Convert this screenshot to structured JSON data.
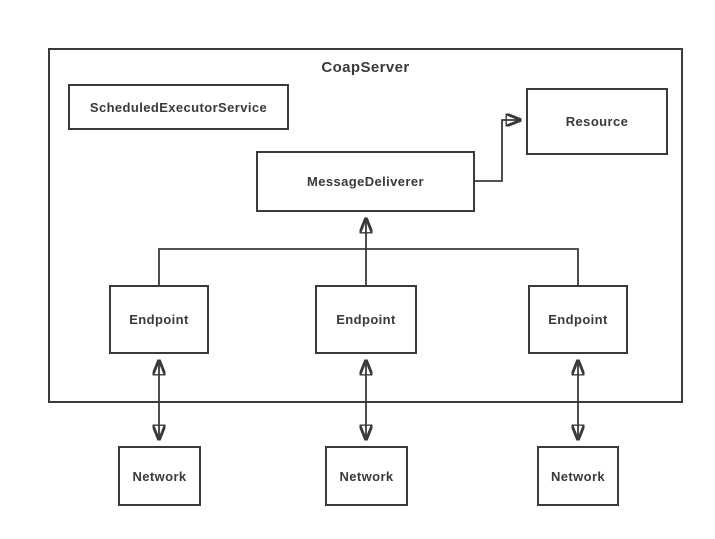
{
  "diagram": {
    "title": "CoapServer",
    "colors": {
      "line": "#3a3a3a",
      "background": "#ffffff"
    },
    "nodes": {
      "scheduled_executor_service": {
        "label": "ScheduledExecutorService"
      },
      "resource": {
        "label": "Resource"
      },
      "message_deliverer": {
        "label": "MessageDeliverer"
      },
      "endpoints": [
        {
          "label": "Endpoint"
        },
        {
          "label": "Endpoint"
        },
        {
          "label": "Endpoint"
        }
      ],
      "networks": [
        {
          "label": "Network"
        },
        {
          "label": "Network"
        },
        {
          "label": "Network"
        }
      ]
    },
    "edges": [
      {
        "from": "MessageDeliverer",
        "to": "Resource",
        "type": "arrow"
      },
      {
        "from": "Endpoint-1",
        "to": "MessageDeliverer",
        "type": "bus-arrow"
      },
      {
        "from": "Endpoint-2",
        "to": "MessageDeliverer",
        "type": "bus-arrow"
      },
      {
        "from": "Endpoint-3",
        "to": "MessageDeliverer",
        "type": "bus-arrow"
      },
      {
        "from": "Endpoint-1",
        "to": "Network-1",
        "type": "double-arrow"
      },
      {
        "from": "Endpoint-2",
        "to": "Network-2",
        "type": "double-arrow"
      },
      {
        "from": "Endpoint-3",
        "to": "Network-3",
        "type": "double-arrow"
      }
    ]
  }
}
